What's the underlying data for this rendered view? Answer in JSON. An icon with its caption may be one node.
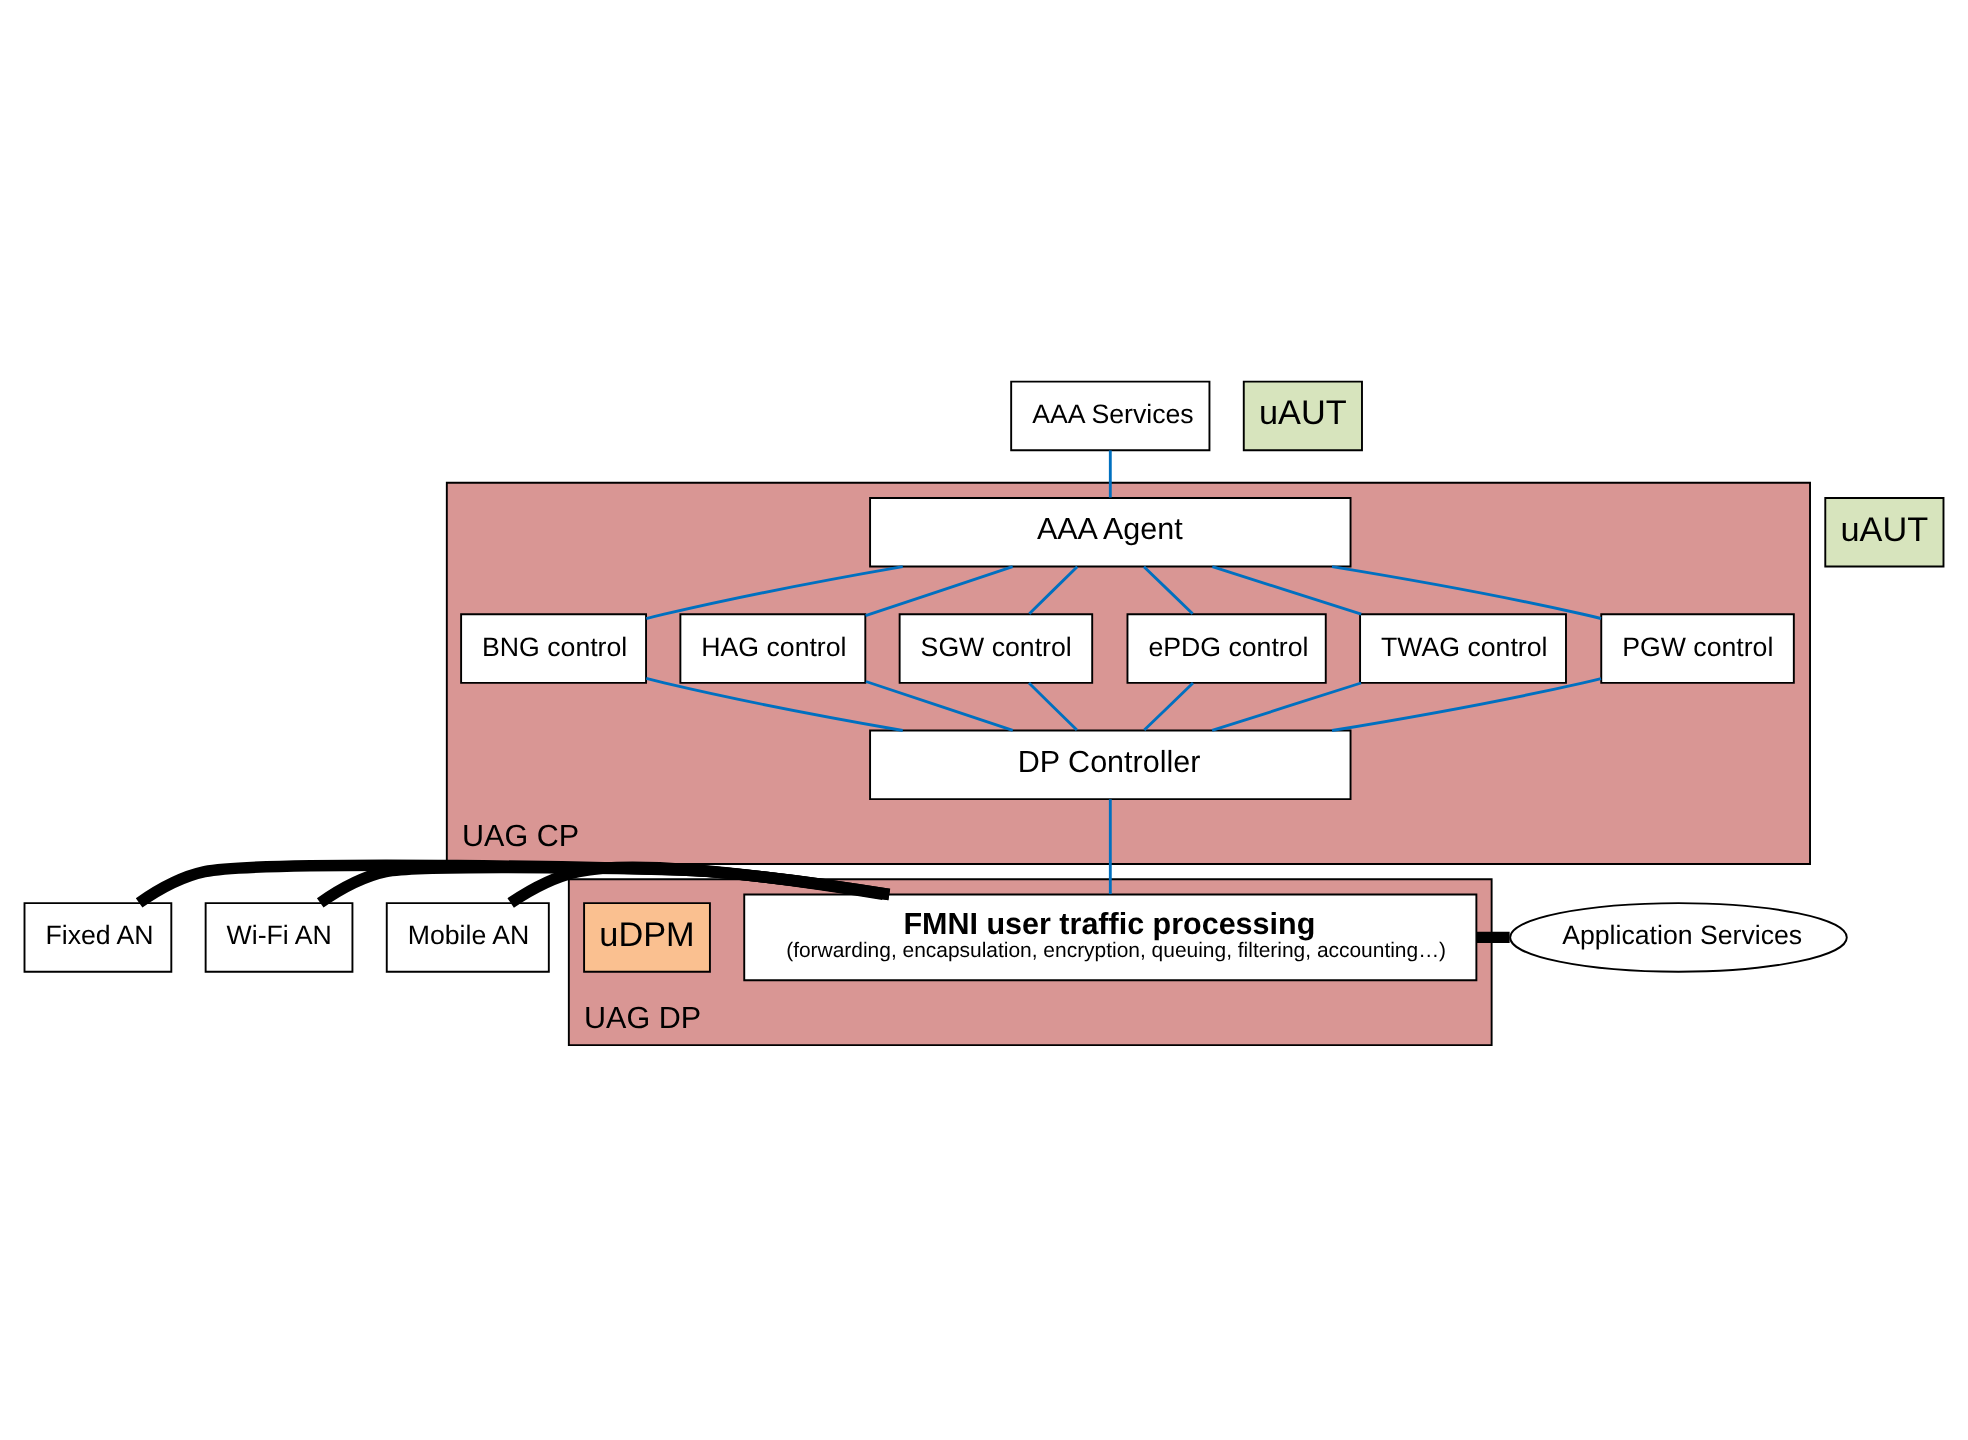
{
  "diagram": {
    "nodes": [
      {
        "text": [
          "AAA Services"
        ]
      },
      {
        "text": [
          "uAUT"
        ]
      },
      {
        "text": [
          "UAG CP"
        ]
      },
      {
        "text": [
          "AAA Agent"
        ],
        "in": 2
      },
      {
        "text": [
          "uAUT"
        ]
      },
      {
        "text": [
          "BNG control"
        ],
        "in": 2
      },
      {
        "text": [
          "HAG control"
        ],
        "in": 2
      },
      {
        "text": [
          "SGW control"
        ],
        "in": 2
      },
      {
        "text": [
          "ePDG control"
        ],
        "in": 2
      },
      {
        "text": [
          "TWAG control"
        ],
        "in": 2
      },
      {
        "text": [
          "PGW control"
        ],
        "in": 2
      },
      {
        "text": [
          "DP Controller"
        ],
        "in": 2
      },
      {
        "text": [
          "UAG DP"
        ]
      },
      {
        "text": [
          "FMNI user traffic processing",
          "(forwarding, encapsulation, encryption, queuing, filtering, accounting…)"
        ],
        "in": 12
      },
      {
        "text": [
          "uDPM"
        ],
        "in": 12
      },
      {
        "text": [
          "Fixed AN"
        ]
      },
      {
        "text": [
          "Wi-Fi AN"
        ]
      },
      {
        "text": [
          "Mobile AN"
        ]
      },
      {
        "text": [
          "Application Services"
        ]
      }
    ],
    "edges": [
      {
        "from": 0,
        "to": 3,
        "arrow": "none"
      },
      {
        "from": 3,
        "to": 7,
        "arrow": "none"
      },
      {
        "from": 3,
        "to": 5,
        "arrow": "none"
      },
      {
        "from": 3,
        "to": 8,
        "arrow": "none"
      },
      {
        "from": 3,
        "to": 9,
        "arrow": "none"
      },
      {
        "from": 3,
        "to": 6,
        "arrow": "none"
      },
      {
        "from": 3,
        "to": 10,
        "arrow": "none"
      },
      {
        "from": 7,
        "to": 11,
        "arrow": "none"
      },
      {
        "from": 5,
        "to": 11,
        "arrow": "none"
      },
      {
        "from": 8,
        "to": 11,
        "arrow": "none"
      },
      {
        "from": 9,
        "to": 11,
        "arrow": "none"
      },
      {
        "from": 6,
        "to": 11,
        "arrow": "none"
      },
      {
        "from": 10,
        "to": 11,
        "arrow": "none"
      },
      {
        "from": 11,
        "to": 13,
        "arrow": "none"
      },
      {
        "from": 15,
        "to": 13,
        "arrow": "none",
        "style": "thick",
        "color": "#000000"
      },
      {
        "from": 16,
        "to": 13,
        "arrow": "none",
        "style": "thick",
        "color": "#000000"
      },
      {
        "from": 17,
        "to": 13,
        "arrow": "none",
        "style": "thick",
        "color": "#000000"
      },
      {
        "from": 13,
        "to": 18,
        "arrow": "none",
        "style": "thick",
        "color": "#000000"
      }
    ]
  }
}
